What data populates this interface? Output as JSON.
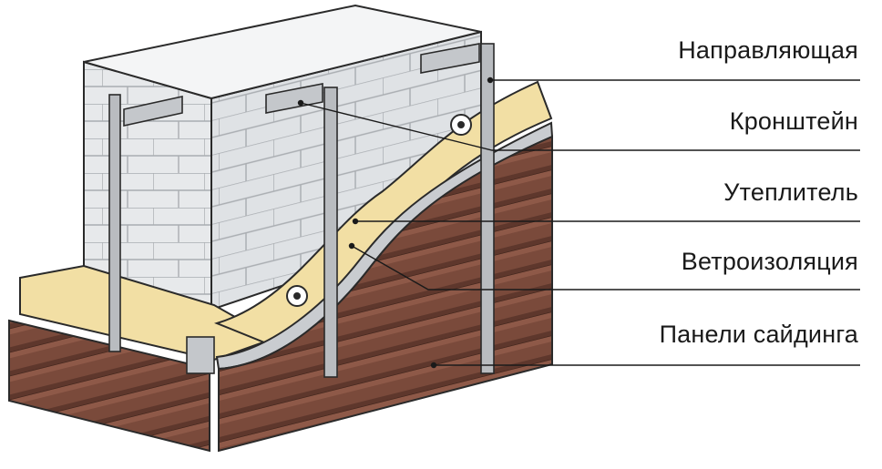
{
  "labels": [
    {
      "key": "guide",
      "text": "Направляющая"
    },
    {
      "key": "bracket",
      "text": "Кронштейн"
    },
    {
      "key": "insulation",
      "text": "Утеплитель"
    },
    {
      "key": "wind",
      "text": "Ветроизоляция"
    },
    {
      "key": "siding",
      "text": "Панели сайдинга"
    }
  ],
  "colors": {
    "block_face": "#e7e9eb",
    "block_side": "#d6d9dc",
    "mortar": "#a9adb1",
    "insulation": "#f2dfa4",
    "wind_barrier": "#c9ccd0",
    "siding": "#7a4a3b",
    "siding_dark": "#5e372c",
    "metal": "#b9bcc0",
    "outline": "#2a2a2a"
  },
  "icons": [
    "anchor-dowel-icon"
  ]
}
